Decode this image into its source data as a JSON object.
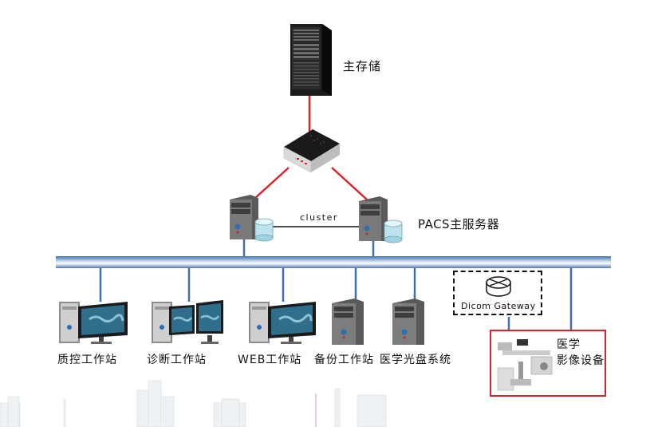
{
  "colors": {
    "backbone": "#4a7ab8",
    "drop_line": "#3f6fae",
    "red_link": "#d8242b",
    "cluster_link": "#111111",
    "imaging_box_border": "#d8242b",
    "gateway_border": "#111111"
  },
  "storage": {
    "label": "主存储",
    "icon": "server-rack-icon"
  },
  "switch": {
    "icon": "network-switch-icon"
  },
  "servers": {
    "label": "PACS主服务器",
    "cluster_label": "cluster",
    "icon": "tower-server-icon",
    "db_icon": "database-icon"
  },
  "workstations": [
    {
      "label": "质控工作站",
      "icon": "workstation-single-monitor-icon"
    },
    {
      "label": "诊断工作站",
      "icon": "workstation-dual-monitor-icon"
    },
    {
      "label": "WEB工作站",
      "icon": "workstation-single-monitor-icon"
    },
    {
      "label": "备份工作站",
      "icon": "tower-server-icon"
    },
    {
      "label": "医学光盘系统",
      "icon": "tower-server-icon"
    }
  ],
  "gateway": {
    "label": "Dicom Gateway",
    "icon": "router-icon"
  },
  "imaging": {
    "label_line1": "医学",
    "label_line2": "影像设备",
    "icon": "medical-imaging-device-icon"
  }
}
